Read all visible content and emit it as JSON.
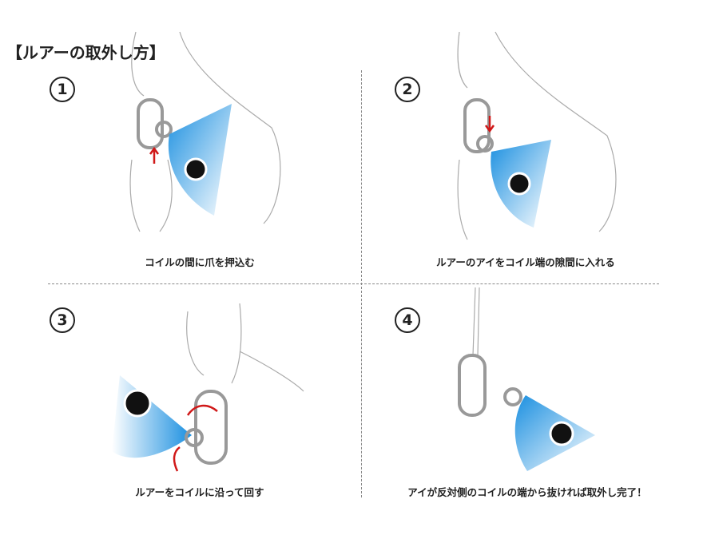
{
  "title": "【ルアーの取外し方】",
  "steps": [
    {
      "number": "1",
      "caption": "コイルの間に爪を押込む"
    },
    {
      "number": "2",
      "caption": "ルアーのアイをコイル端の隙間に入れる"
    },
    {
      "number": "3",
      "caption": "ルアーをコイルに沿って回す"
    },
    {
      "number": "4",
      "caption": "アイが反対側のコイルの端から抜ければ取外し完了！"
    }
  ],
  "colors": {
    "lure": "#1a8fe0",
    "arrow": "#d01818",
    "outline": "#999999"
  }
}
